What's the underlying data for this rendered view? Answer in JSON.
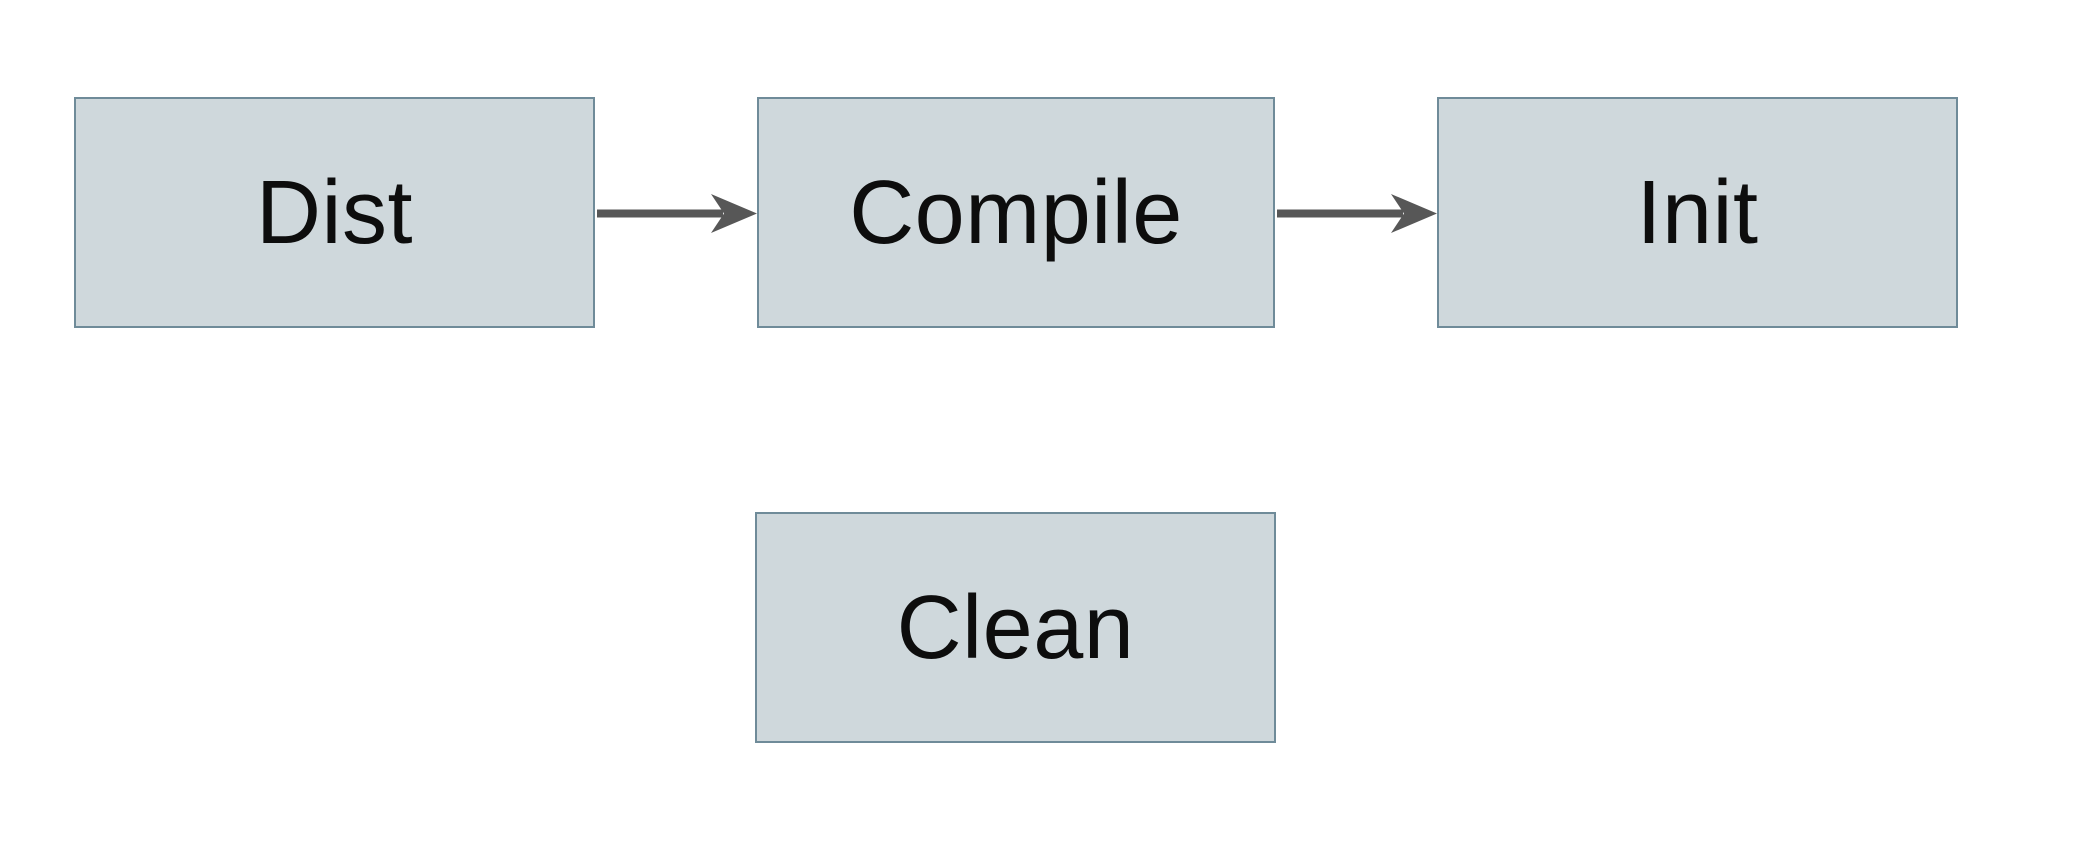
{
  "diagram": {
    "type": "flowchart",
    "background": "#ffffff",
    "nodes": [
      {
        "id": "dist",
        "label": "Dist"
      },
      {
        "id": "compile",
        "label": "Compile"
      },
      {
        "id": "init",
        "label": "Init"
      },
      {
        "id": "clean",
        "label": "Clean"
      }
    ],
    "edges": [
      {
        "from": "dist",
        "to": "compile",
        "direction": "right"
      },
      {
        "from": "compile",
        "to": "init",
        "direction": "right"
      }
    ],
    "colors": {
      "background": "#ffffff",
      "node_fill": "#cfd8dc",
      "node_border": "#6f8b99",
      "arrow": "#575757",
      "text": "#0d0d0d"
    }
  }
}
